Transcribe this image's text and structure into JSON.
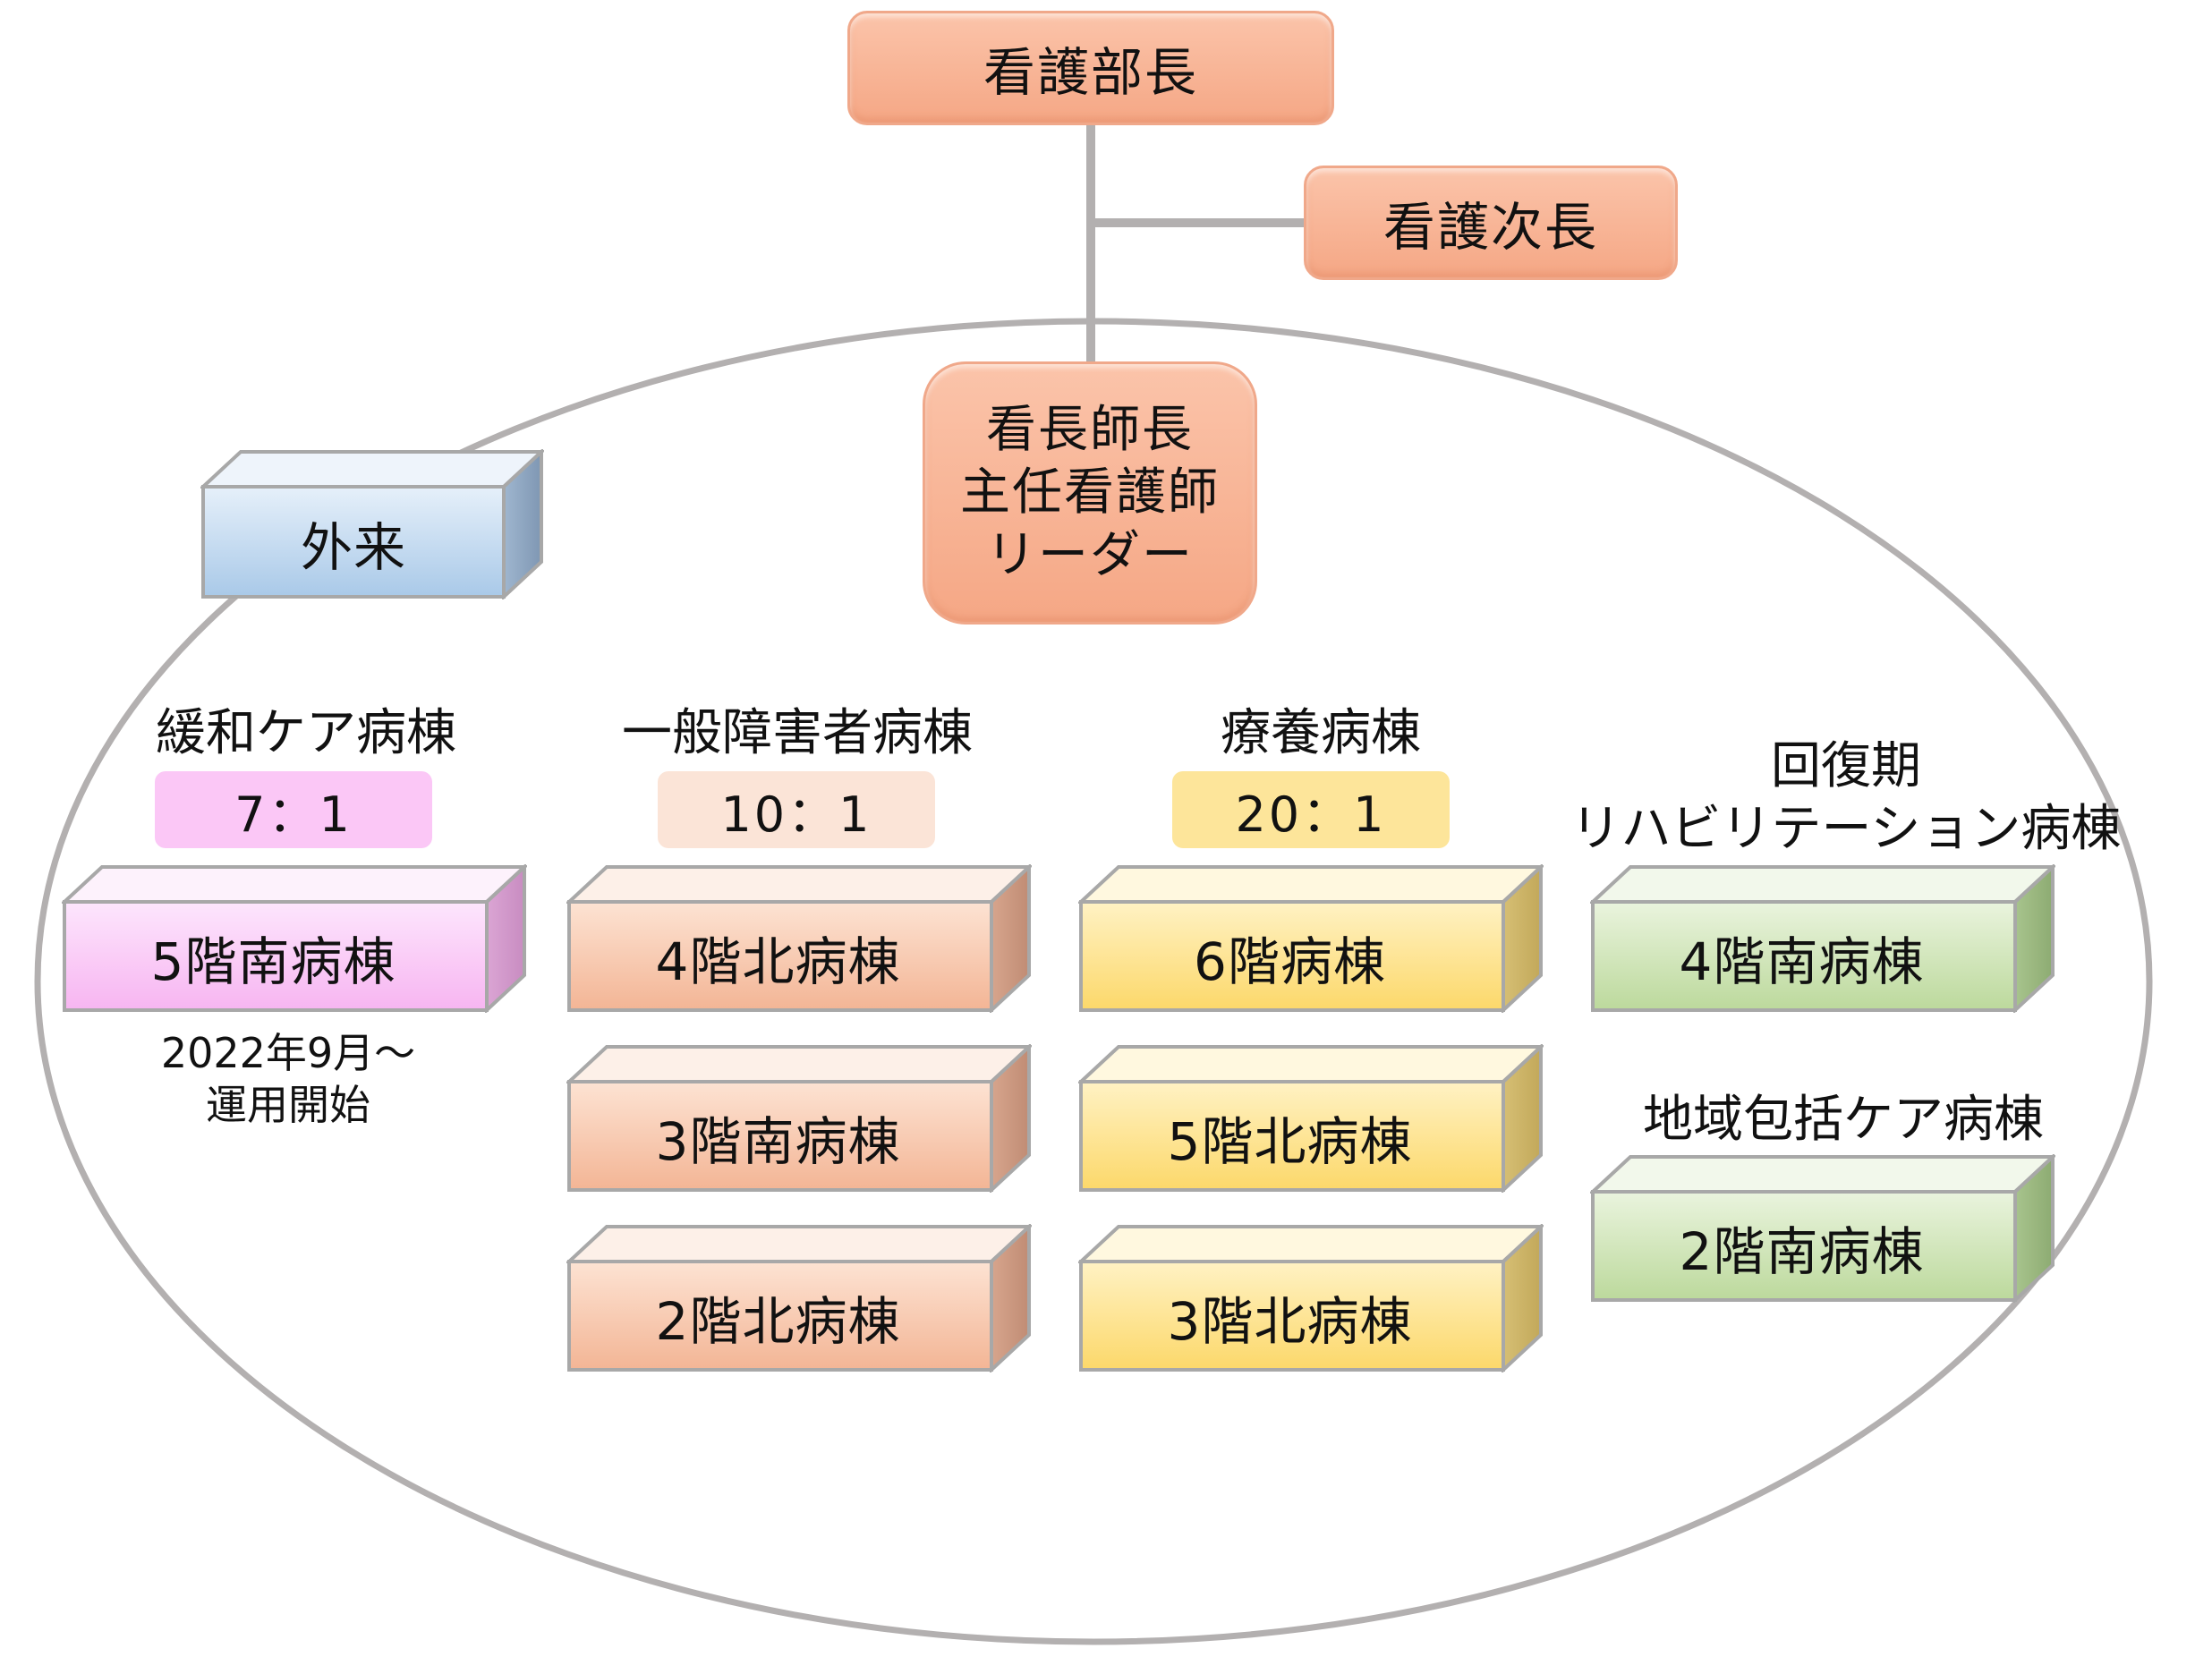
{
  "top": {
    "director": "看護部長",
    "deputy": "看護次長",
    "unit_leaders": [
      "看長師長",
      "主任看護師",
      "リーダー"
    ]
  },
  "outpatient": "外来",
  "groups": {
    "palliative": {
      "heading": "緩和ケア病棟",
      "ratio": "7：1",
      "wards": [
        "5階南病棟"
      ],
      "note": [
        "2022年9月～",
        "運用開始"
      ]
    },
    "general_disability": {
      "heading": "一般障害者病棟",
      "ratio": "10：1",
      "wards": [
        "4階北病棟",
        "3階南病棟",
        "2階北病棟"
      ]
    },
    "long_term_care": {
      "heading": "療養病棟",
      "ratio": "20：1",
      "wards": [
        "6階病棟",
        "5階北病棟",
        "3階北病棟"
      ]
    },
    "rehabilitation": {
      "heading": [
        "回復期",
        "リハビリテーション病棟"
      ],
      "wards": [
        "4階南病棟"
      ]
    },
    "community_care": {
      "heading": "地域包括ケア病棟",
      "wards": [
        "2階南病棟"
      ]
    }
  },
  "colors": {
    "palliative": "#fbc8f8",
    "general_disability": "#f6c3a6",
    "long_term_care": "#fde18a",
    "rehabilitation": "#cfe4b2",
    "outpatient": "#bcd6ef"
  }
}
